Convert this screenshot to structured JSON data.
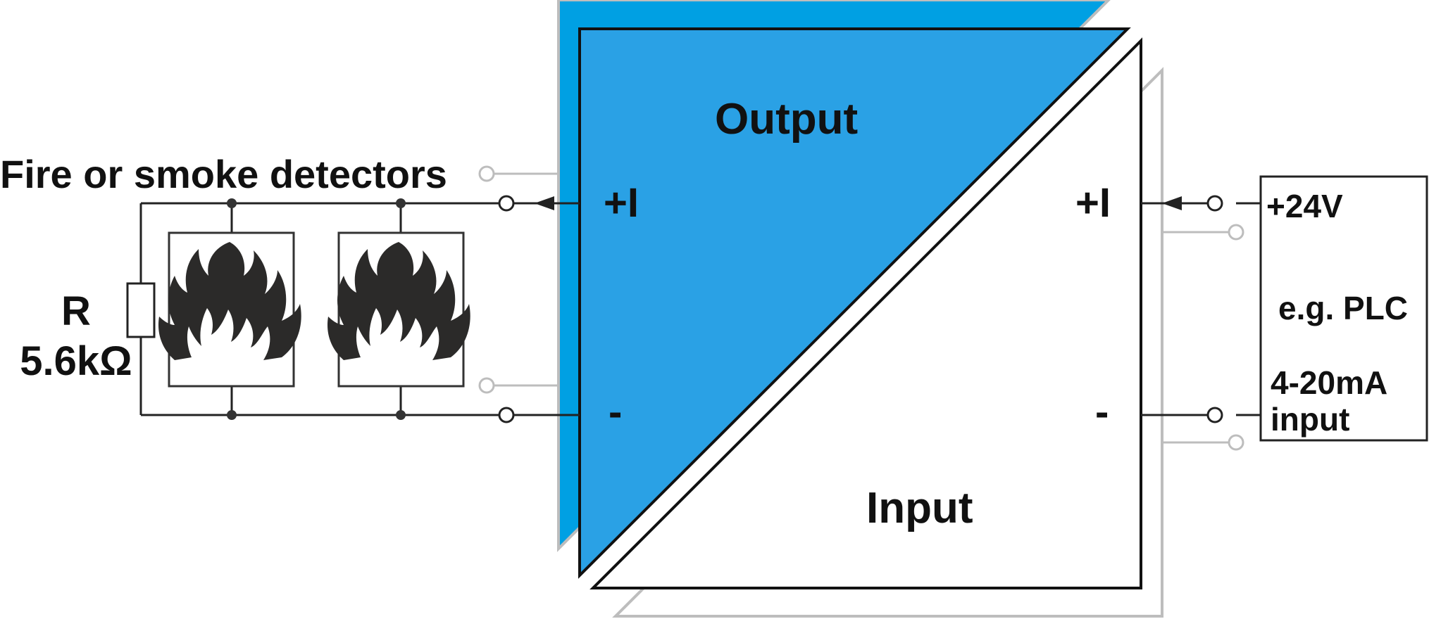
{
  "labels": {
    "output": "Output",
    "input": "Input",
    "detectors": "Fire or smoke detectors",
    "resistor_name": "R",
    "resistor_value": "5.6kΩ",
    "out_plus": "+I",
    "out_minus": "-",
    "in_plus": "+I",
    "in_minus": "-",
    "supply": "+24V",
    "plc": "e.g. PLC",
    "plc_input_1": "4-20mA",
    "plc_input_2": "input"
  },
  "colors": {
    "blue_back": "#00A0E3",
    "blue_front": "#2AA1E5",
    "line": "#222222",
    "ghost": "#BDBDBD",
    "flame": "#2B2A29"
  },
  "icons": [
    "flame-icon",
    "flame-icon"
  ]
}
